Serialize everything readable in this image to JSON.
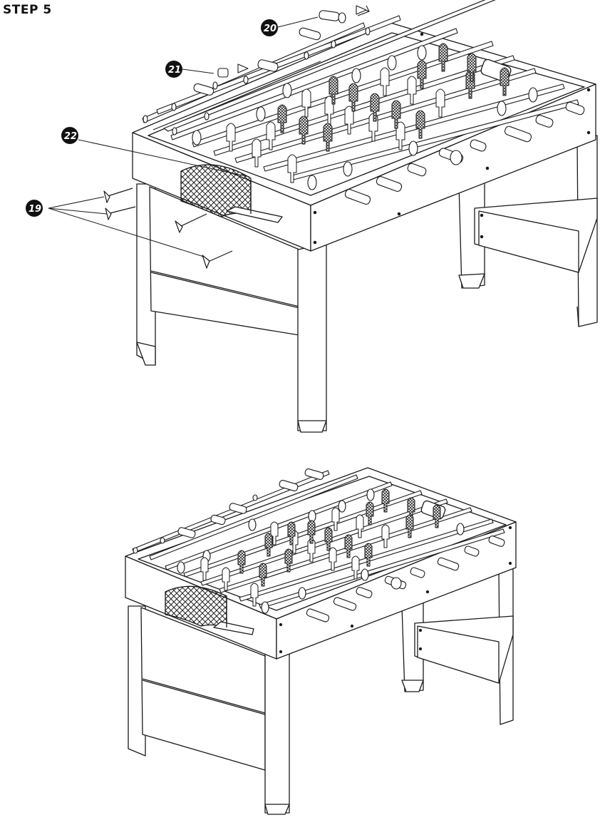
{
  "step": {
    "title": "STEP 5"
  },
  "callouts": [
    {
      "label": "20",
      "part": "rod end cap"
    },
    {
      "label": "21",
      "part": "rod bumper"
    },
    {
      "label": "22",
      "part": "goal net"
    },
    {
      "label": "19",
      "part": "screws"
    }
  ],
  "colors": {
    "line": "#1a1a1a",
    "callout_fill": "#111111",
    "callout_text": "#ffffff"
  }
}
